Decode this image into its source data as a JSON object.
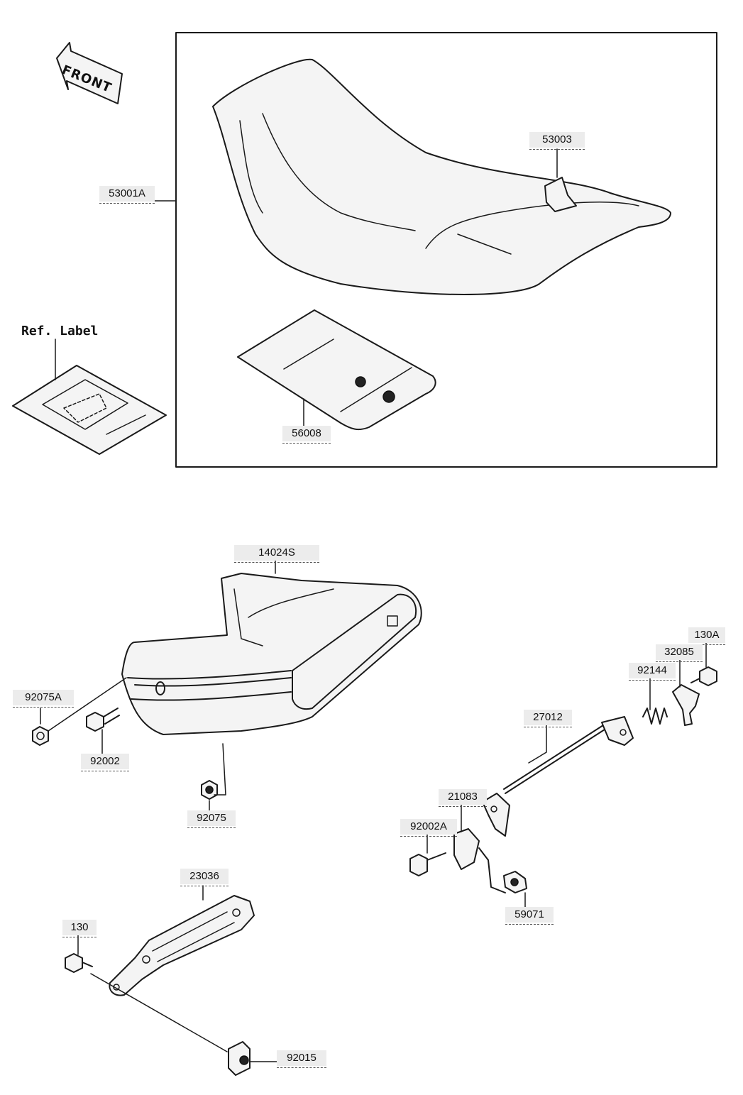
{
  "direction_arrow": {
    "text": "FRONT",
    "icon": "front-arrow-icon"
  },
  "ref_label": {
    "text": "Ref. Label"
  },
  "parts": [
    {
      "key": "p53003",
      "number": "53003"
    },
    {
      "key": "p53001A",
      "number": "53001A"
    },
    {
      "key": "p56008",
      "number": "56008"
    },
    {
      "key": "p14024S",
      "number": "14024S"
    },
    {
      "key": "p130A",
      "number": "130A"
    },
    {
      "key": "p32085",
      "number": "32085"
    },
    {
      "key": "p92144",
      "number": "92144"
    },
    {
      "key": "p92075A",
      "number": "92075A"
    },
    {
      "key": "p27012",
      "number": "27012"
    },
    {
      "key": "p92002",
      "number": "92002"
    },
    {
      "key": "p21083",
      "number": "21083"
    },
    {
      "key": "p92075",
      "number": "92075"
    },
    {
      "key": "p92002A",
      "number": "92002A"
    },
    {
      "key": "p23036",
      "number": "23036"
    },
    {
      "key": "p59071",
      "number": "59071"
    },
    {
      "key": "p130",
      "number": "130"
    },
    {
      "key": "p92015",
      "number": "92015"
    }
  ],
  "colors": {
    "ink": "#1a1a1a",
    "label_bg": "#ececec",
    "background": "#ffffff"
  }
}
